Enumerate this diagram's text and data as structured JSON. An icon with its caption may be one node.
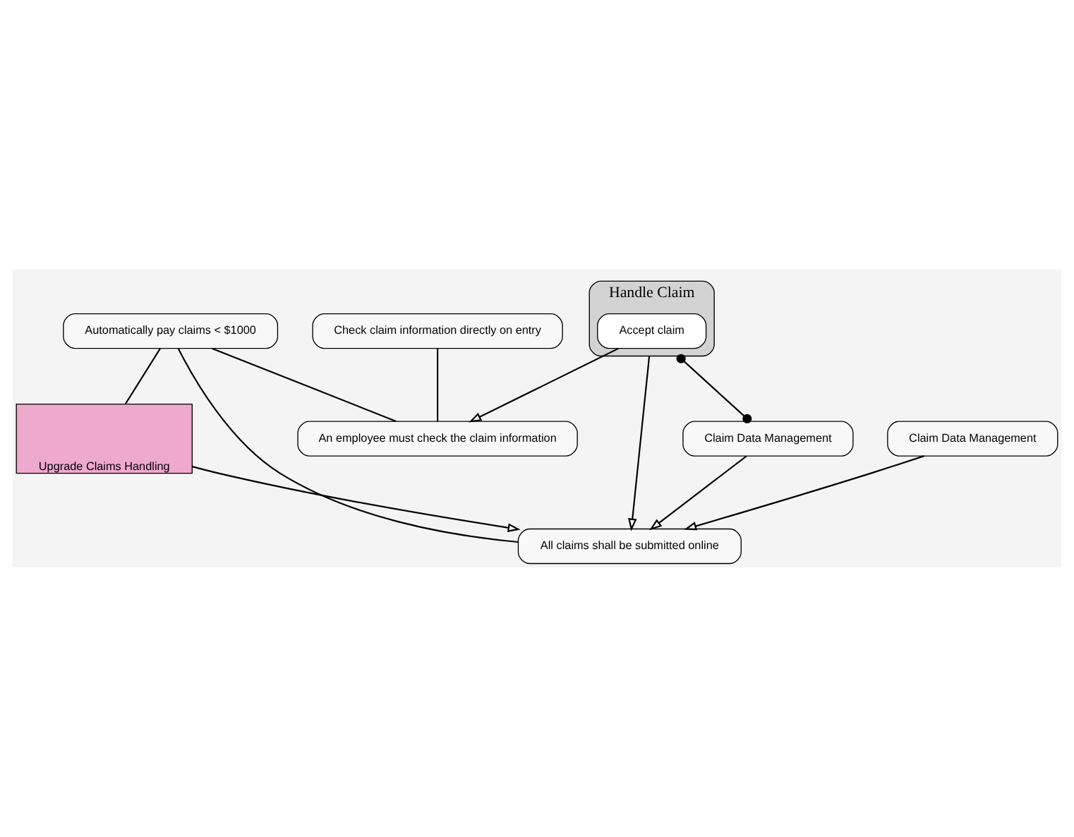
{
  "diagram": {
    "nodes": [
      {
        "text": [
          "Automatically pay claims < $1000"
        ]
      },
      {
        "text": [
          "Check claim information directly on entry"
        ]
      },
      {
        "text": [
          "Upgrade Claims Handling"
        ]
      },
      {
        "text": [
          "An employee must check the claim information"
        ]
      },
      {
        "text": [
          "Handle Claim"
        ]
      },
      {
        "text": [
          "Accept claim"
        ],
        "in": 4
      },
      {
        "text": [
          "All claims shall be submitted online"
        ]
      },
      {
        "text": [
          "Claim Data Management"
        ]
      },
      {
        "text": [
          "Claim Data Management"
        ]
      }
    ],
    "edges": [
      {
        "from": 0,
        "to": 2,
        "arrow": "none"
      },
      {
        "from": 0,
        "to": 6,
        "arrow": "none"
      },
      {
        "from": 0,
        "to": 3,
        "arrow": "none"
      },
      {
        "from": 1,
        "to": 3,
        "arrow": "none"
      },
      {
        "from": 2,
        "to": 6,
        "arrow": "to"
      },
      {
        "from": 5,
        "to": 3,
        "arrow": "to"
      },
      {
        "from": 4,
        "to": 6,
        "arrow": "to"
      },
      {
        "from": 7,
        "to": 6,
        "arrow": "to"
      },
      {
        "from": 8,
        "to": 6,
        "arrow": "to"
      },
      {
        "from": 4,
        "to": 8,
        "arrow": "other"
      }
    ]
  }
}
